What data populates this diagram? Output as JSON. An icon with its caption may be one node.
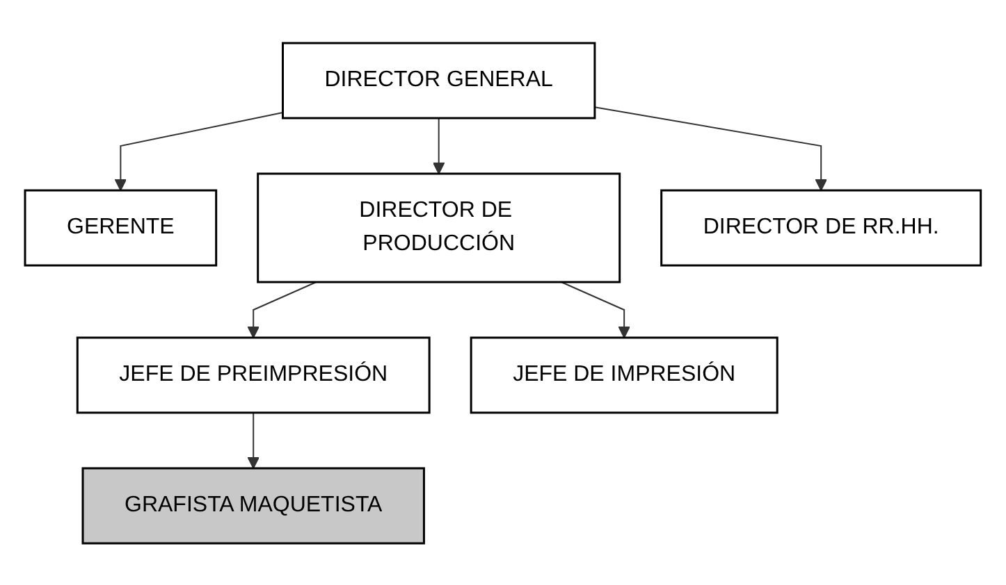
{
  "diagram": {
    "nodes": [
      {
        "text": [
          "DIRECTOR GENERAL"
        ]
      },
      {
        "text": [
          "GERENTE"
        ]
      },
      {
        "text": [
          "DIRECTOR DE PRODUCCIÓN"
        ]
      },
      {
        "text": [
          "DIRECTOR DE RR.HH."
        ]
      },
      {
        "text": [
          "JEFE DE PREIMPRESIÓN"
        ]
      },
      {
        "text": [
          "JEFE DE IMPRESIÓN"
        ]
      },
      {
        "text": [
          "GRAFISTA MAQUETISTA"
        ]
      }
    ],
    "edges": [
      {
        "from": 0,
        "to": 1,
        "arrow": "to"
      },
      {
        "from": 0,
        "to": 2,
        "arrow": "to"
      },
      {
        "from": 0,
        "to": 3,
        "arrow": "to"
      },
      {
        "from": 2,
        "to": 4,
        "arrow": "to"
      },
      {
        "from": 2,
        "to": 5,
        "arrow": "to"
      },
      {
        "from": 4,
        "to": 6,
        "arrow": "to"
      }
    ]
  }
}
